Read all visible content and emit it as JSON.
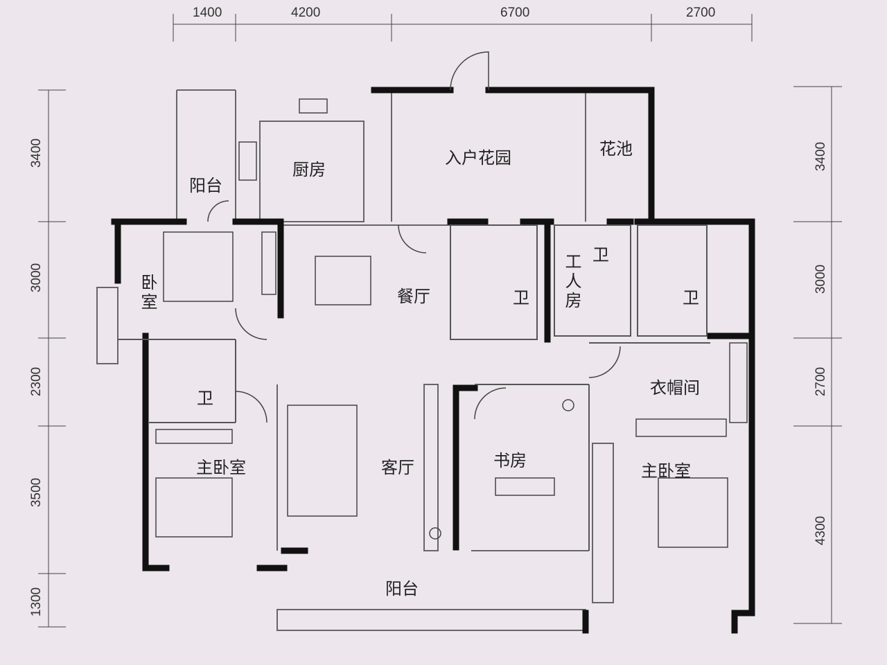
{
  "dimensions": {
    "top": [
      "1400",
      "4200",
      "6700",
      "2700"
    ],
    "left": [
      "3400",
      "3000",
      "2300",
      "3500",
      "1300"
    ],
    "right": [
      "3400",
      "3000",
      "2700",
      "4300"
    ]
  },
  "rooms": {
    "balcony_top": "阳台",
    "kitchen": "厨房",
    "entry_garden": "入户花园",
    "planter": "花池",
    "bedroom": "卧室",
    "dining": "餐厅",
    "bath_center": "卫",
    "servant_room": "工人房",
    "bath_servant": "卫",
    "bath_right": "卫",
    "bath_left": "卫",
    "cloakroom": "衣帽间",
    "master_left": "主卧室",
    "living": "客厅",
    "study": "书房",
    "master_right": "主卧室",
    "balcony_bottom": "阳台"
  },
  "colors": {
    "background": "#ede6ec",
    "wall": "#111111",
    "thin": "#555555"
  }
}
